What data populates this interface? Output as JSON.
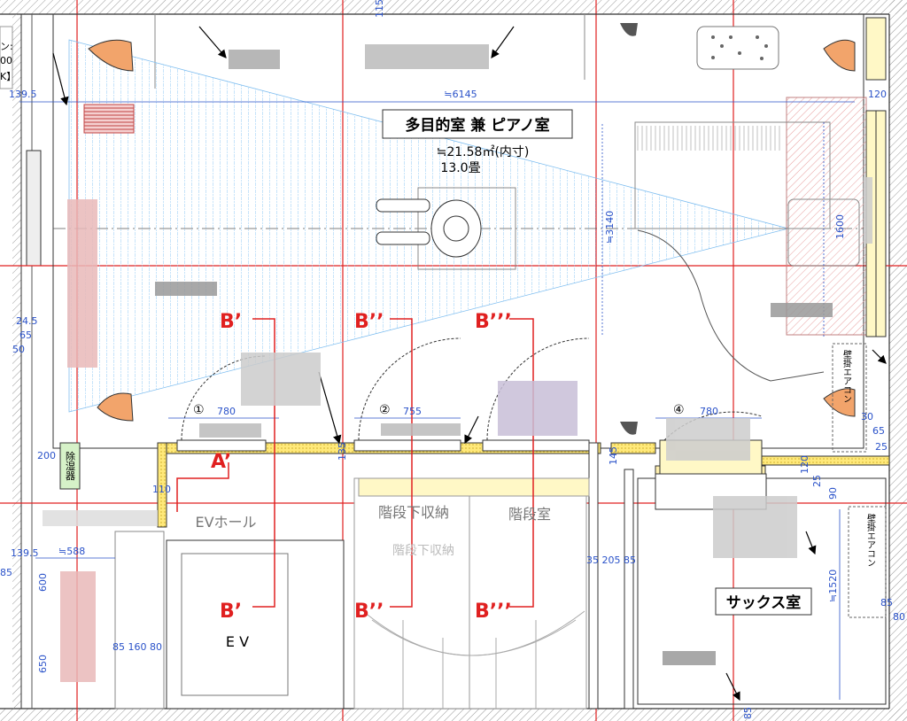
{
  "rooms": {
    "main_label": "多目的室 兼 ピアノ室",
    "main_area": "≒21.58㎡(内寸)",
    "main_tatami": "13.0畳",
    "sax_label": "サックス室",
    "ev_hall": "EVホール",
    "ev": "E V",
    "stair_storage": "階段下収納",
    "stair_storage_ghost": "階段下収納",
    "stair_room": "階段室",
    "jokisoki": "除湿器"
  },
  "sections": {
    "b1": "B’",
    "b2": "B’’",
    "b3": "B’’’",
    "a1": "A’"
  },
  "doors": {
    "d1": "①",
    "d2": "②",
    "d4": "④"
  },
  "dims": {
    "width_main": "≒6145",
    "height_main": "≒3140",
    "d1600": "1600",
    "d1520": "≒1520",
    "d120_top": "120",
    "d139_top": "139.5",
    "d139_bot": "139.5",
    "d115": "115",
    "d780_1": "780",
    "d755": "755",
    "d780_4": "780",
    "d135": "135",
    "d145": "145",
    "d110": "110",
    "d200": "200",
    "d588": "≒588",
    "d600": "600",
    "d650": "650",
    "d24": "24.5",
    "d65": "65",
    "d50": "50",
    "d30": "30",
    "d65r": "65",
    "d25": "25",
    "d120r": "120",
    "d25r": "25",
    "d90": "90",
    "d85r": "85",
    "d80r": "80",
    "d85l": "85",
    "d85b": "85",
    "d35_205_85": "35 205 85",
    "d85_160_80": "85 160 80",
    "cut_00": "00",
    "cut_k": "K】",
    "cut_n": "ン:"
  },
  "labels": {
    "aircon1": "壁掛エアコン",
    "aircon2": "壁掛エアコン"
  },
  "colors": {
    "red": "#e02020",
    "blue": "#2a52c9",
    "hatch": "#4aa9e8",
    "lightblue": "#8fc8f5",
    "wall_yellow": "#ffe97a",
    "orange": "#f2a46b"
  }
}
